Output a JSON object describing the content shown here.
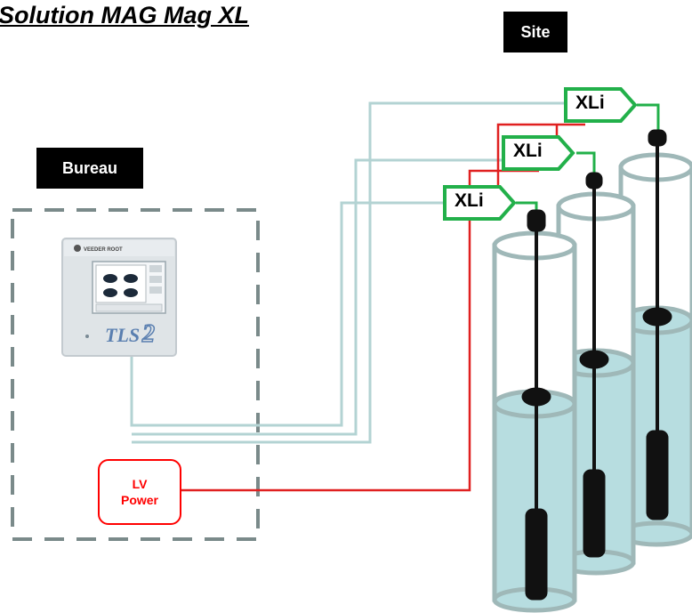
{
  "title": "Solution MAG Mag XL",
  "site_label": "Site",
  "bureau_label": "Bureau",
  "power_box": {
    "line1": "LV",
    "line2": "Power"
  },
  "xli_labels": [
    "XLi",
    "XLi",
    "XLi"
  ],
  "console": {
    "brand": "VEEDER ROOT",
    "logo_text": "TLS",
    "logo_number": "2"
  },
  "colors": {
    "data_line": "#b3d3d3",
    "power_line": "#e02020",
    "xli_border": "#22b04a",
    "tank_liquid": "#b7dde0",
    "dashed_border": "#7a8a8a"
  }
}
